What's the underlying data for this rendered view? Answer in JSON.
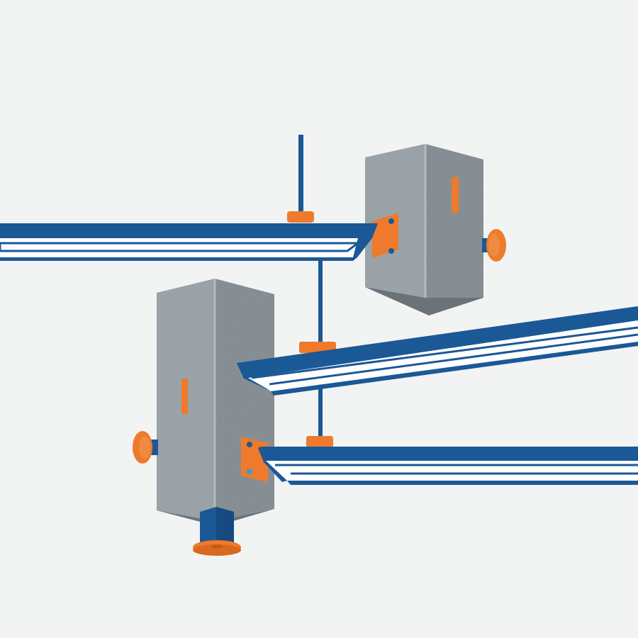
{
  "scene": {
    "background": "#f2f3f3",
    "subject": "concrete-blocks-and-blue-rails-illustration",
    "palette": {
      "navy": "#1b5896",
      "orange": "#ef7a2c",
      "white": "#ffffff",
      "concrete_light": "#9aa3a8",
      "concrete_mid": "#858d93",
      "concrete_dark": "#6b7378",
      "speckle": "#5f676c"
    },
    "elements": {
      "rails": 3,
      "concrete_blocks": 2,
      "vertical_rods": 2,
      "orange_knobs": 3
    }
  }
}
